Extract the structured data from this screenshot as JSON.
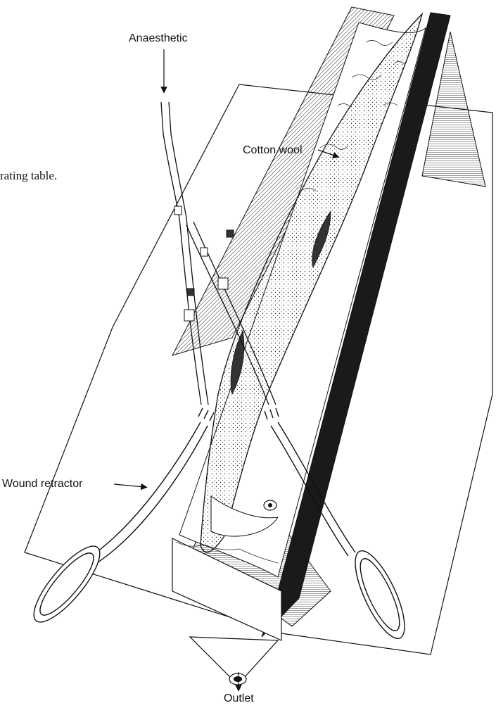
{
  "caption_fragment": "rating table.",
  "labels": {
    "anaesthetic": "Anaesthetic",
    "cotton_wool": "Cotton wool",
    "wound_retractor": "Wound retractor",
    "outlet": "Outlet"
  },
  "colors": {
    "ink": "#111111",
    "paper": "#ffffff",
    "trough_dark": "#1a1a1a"
  }
}
